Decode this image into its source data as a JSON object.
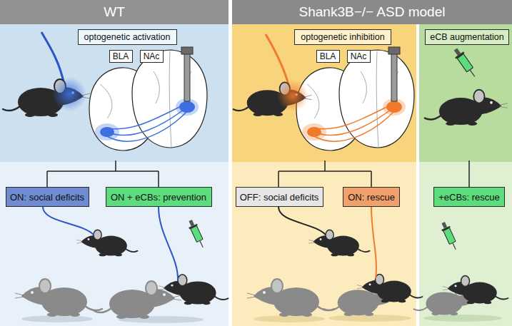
{
  "diagram": {
    "nodes": [
      {
        "text": [
          "WT"
        ]
      },
      {
        "text": [
          "optogenetic activation"
        ],
        "in": 0
      },
      {
        "text": [
          "BLA"
        ],
        "in": 0
      },
      {
        "text": [
          "NAc"
        ],
        "in": 0
      },
      {
        "text": [
          "ON: social deficits"
        ],
        "in": 0
      },
      {
        "text": [
          "ON + eCBs: prevention"
        ],
        "in": 0
      },
      {
        "text": [
          "Shank3B−/− ASD model"
        ]
      },
      {
        "text": [
          "optogenetic inhibition"
        ],
        "in": 6
      },
      {
        "text": [
          "BLA"
        ],
        "in": 6
      },
      {
        "text": [
          "NAc"
        ],
        "in": 6
      },
      {
        "text": [
          "OFF: social deficits"
        ],
        "in": 6
      },
      {
        "text": [
          "ON: rescue"
        ],
        "in": 6
      },
      {
        "text": [
          "eCB augmentation"
        ],
        "in": 6
      },
      {
        "text": [
          "+eCBs: rescue"
        ],
        "in": 6
      }
    ]
  }
}
